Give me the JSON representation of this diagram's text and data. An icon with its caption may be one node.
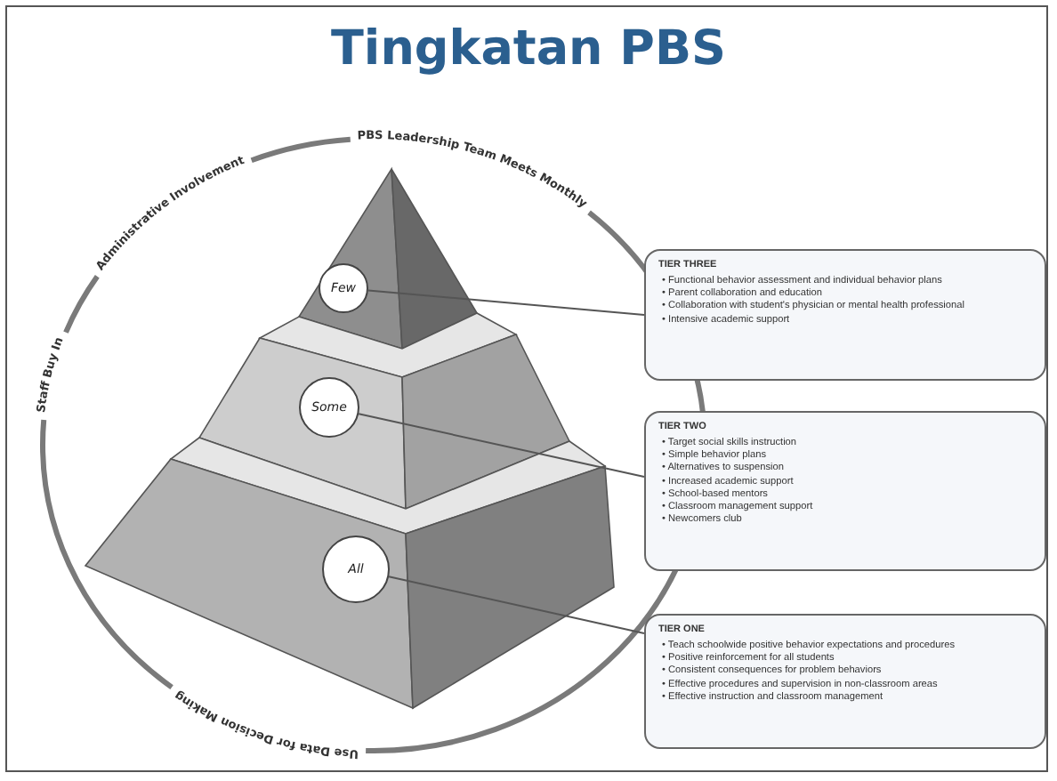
{
  "diagram": {
    "title": "Tingkatan PBS",
    "nodes": [
      {
        "text": [
          "Few"
        ]
      },
      {
        "text": [
          "Some"
        ]
      },
      {
        "text": [
          "All"
        ]
      },
      {
        "text": [
          "TIER THREE",
          "• Functional behavior assessment and individual behavior plans",
          "• Parent collaboration and education",
          "• Collaboration with student's physician or mental health professional",
          "• Intensive academic support"
        ]
      },
      {
        "text": [
          "TIER TWO",
          "• Target social skills instruction",
          "• Simple behavior plans",
          "• Alternatives to suspension",
          "• Increased academic support",
          "• School-based mentors",
          "• Classroom management support",
          "• Newcomers club"
        ]
      },
      {
        "text": [
          "TIER ONE",
          "• Teach schoolwide positive behavior expectations and procedures",
          "• Positive reinforcement for all students",
          "• Consistent consequences for problem behaviors",
          "• Effective procedures and supervision in non-classroom areas",
          "• Effective instruction and classroom management"
        ]
      }
    ],
    "edges": [
      {
        "from": 0,
        "to": 3,
        "arrow": "none"
      },
      {
        "from": 1,
        "to": 4,
        "arrow": "none"
      },
      {
        "from": 2,
        "to": 5,
        "arrow": "none"
      }
    ],
    "labels": [
      "PBS Leadership Team Meets Monthly",
      "Administrative Involvement",
      "Staff Buy In",
      "Use Data for Decision Making"
    ]
  }
}
